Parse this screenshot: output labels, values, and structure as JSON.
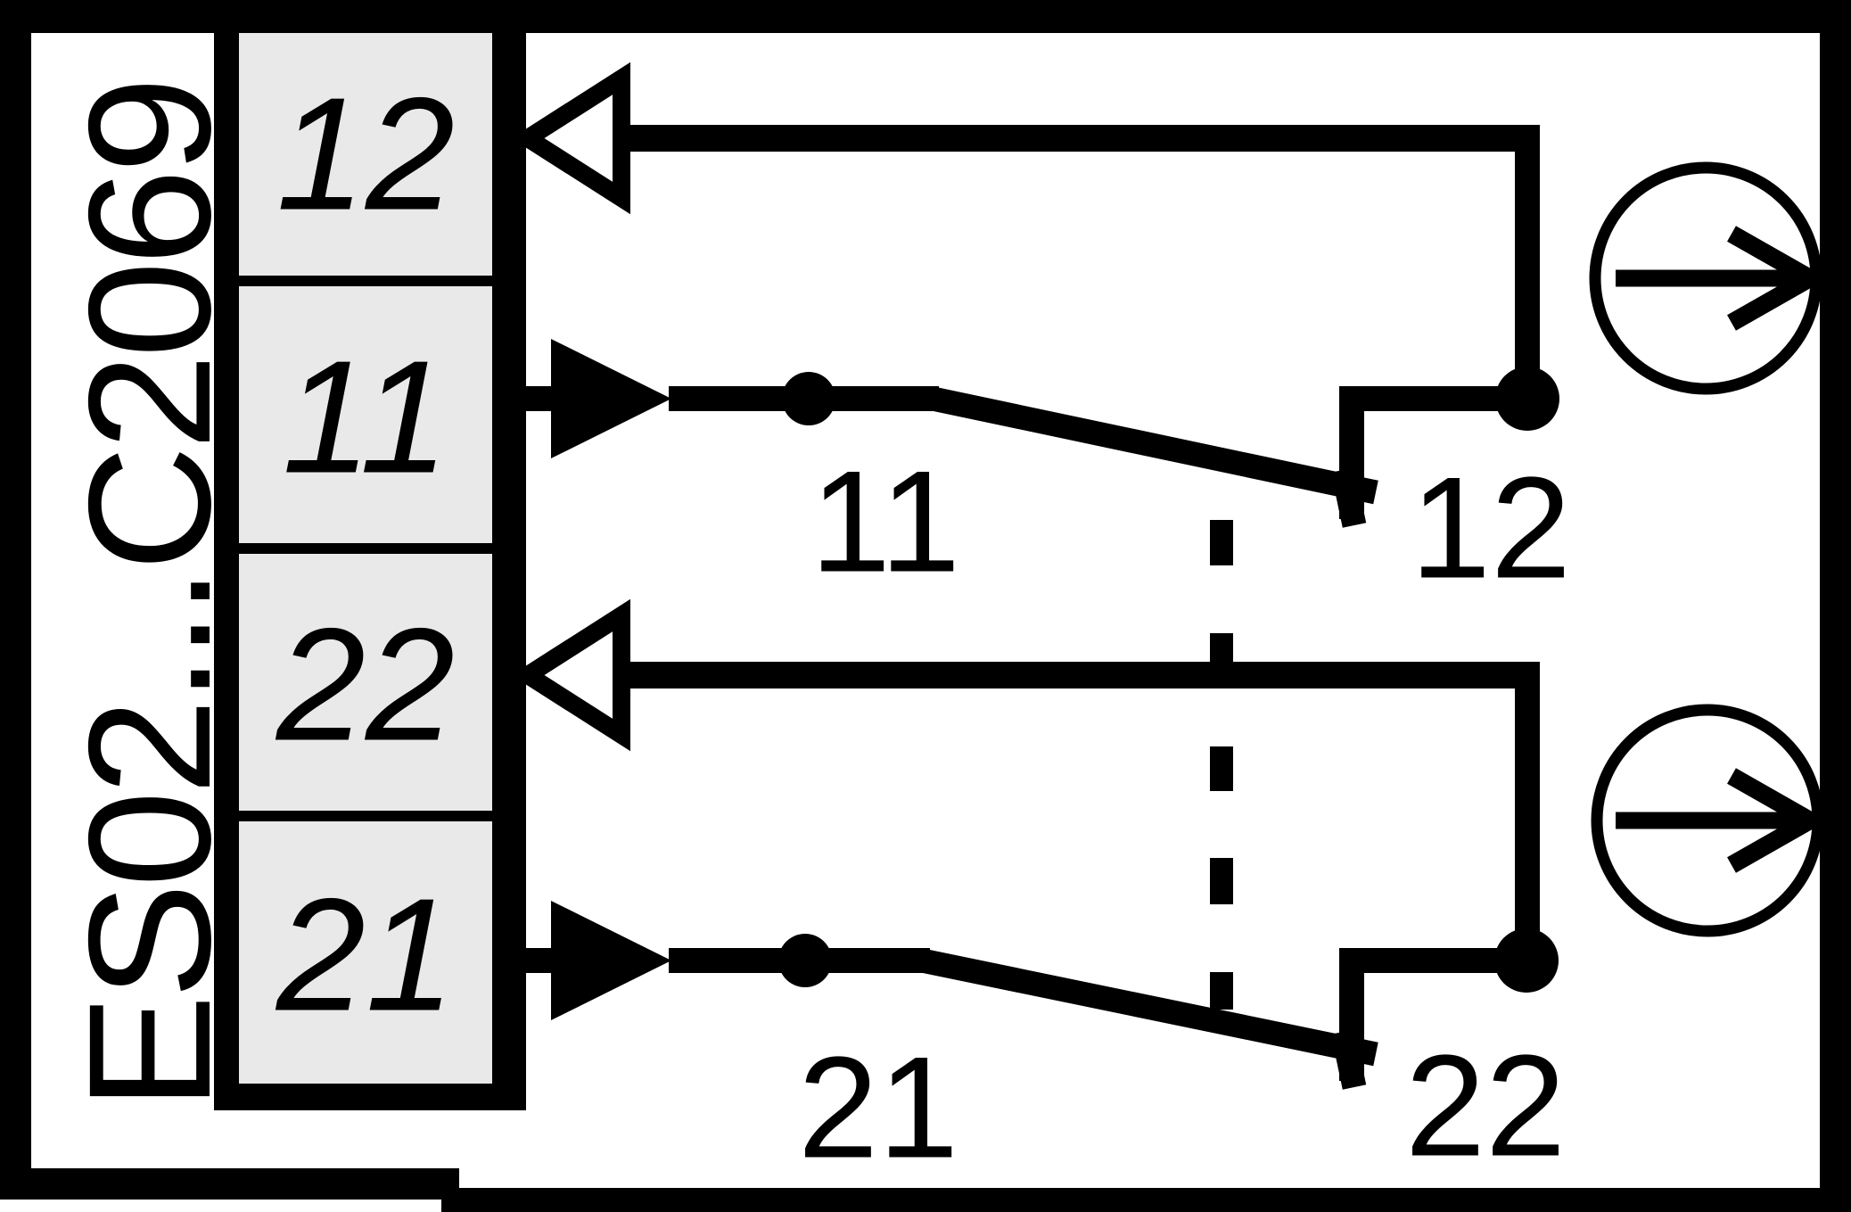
{
  "title": {
    "device_code": "ES02...C2069"
  },
  "terminal_block": {
    "terminals": [
      {
        "id": "12"
      },
      {
        "id": "11"
      },
      {
        "id": "22"
      },
      {
        "id": "21"
      }
    ]
  },
  "circuit": {
    "top_contact": {
      "com_label": "11",
      "nc_label": "12"
    },
    "bottom_contact": {
      "com_label": "21",
      "nc_label": "22"
    }
  },
  "colors": {
    "line": "#000000",
    "terminal_fill": "#e9e9e9",
    "background": "#ffffff"
  }
}
